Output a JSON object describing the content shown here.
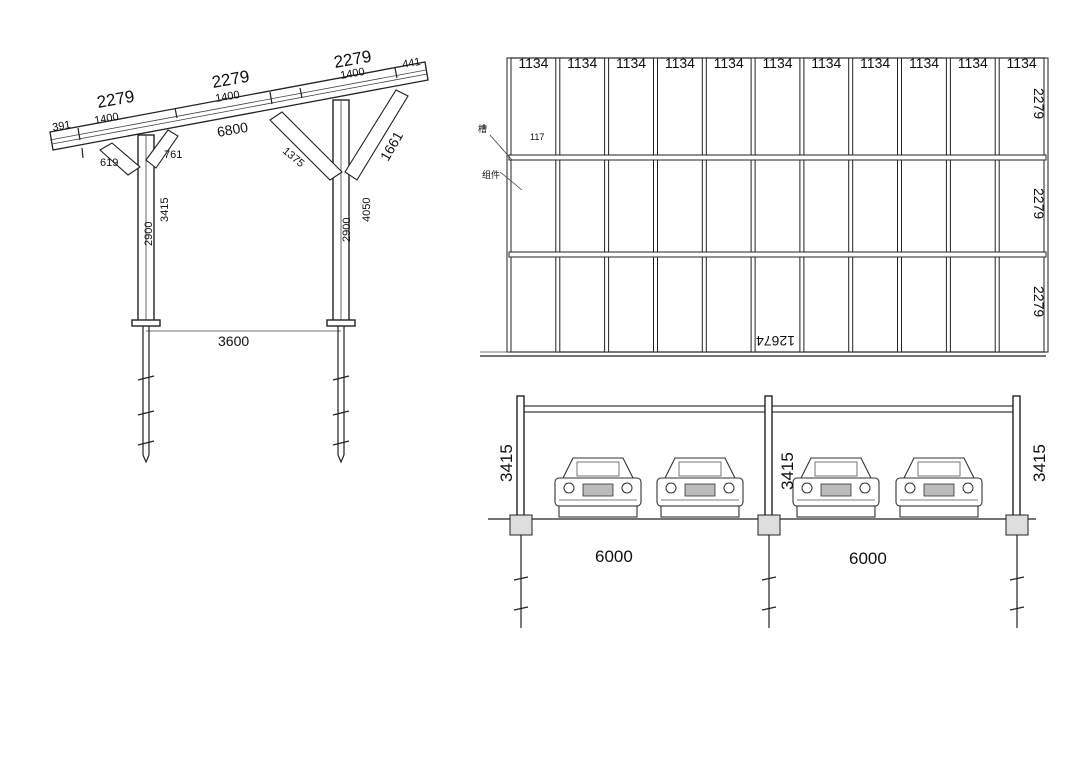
{
  "side_view": {
    "panel_labels": [
      "2279",
      "2279",
      "2279"
    ],
    "rail_labels": [
      "1400",
      "1400",
      "1400"
    ],
    "edge_left": "391",
    "edge_right": "441",
    "span_label": "6800",
    "brace_labels": [
      "619",
      "761",
      "1375",
      "1661"
    ],
    "column_labels": [
      "2900",
      "3415",
      "2900",
      "4050"
    ],
    "base_span": "3600"
  },
  "plan_view": {
    "column_widths": [
      "1134",
      "1134",
      "1134",
      "1134",
      "1134",
      "1134",
      "1134",
      "1134",
      "1134",
      "1134",
      "1134"
    ],
    "row_heights": [
      "2279",
      "2279",
      "2279"
    ],
    "total_length": "12674",
    "note_1": "槽",
    "note_2": "117",
    "note_3": "组件"
  },
  "front_view": {
    "heights": [
      "3415",
      "3415",
      "3415"
    ],
    "spans": [
      "6000",
      "6000"
    ]
  }
}
